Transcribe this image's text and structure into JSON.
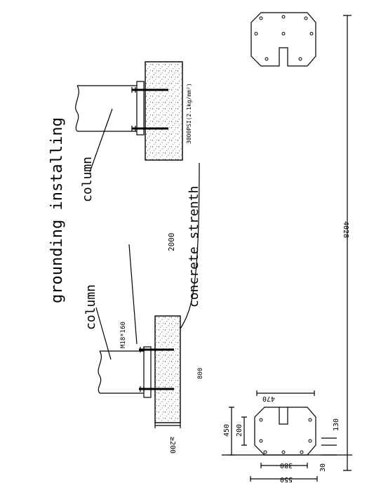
{
  "labels": {
    "title": "grounding installing",
    "column_top": "column",
    "column_bottom": "column",
    "concrete": "concrete strenth",
    "concrete_spec": "3000PSI(2.1kg/mm²)",
    "bolt": "M18*160",
    "gap_2000": "2000",
    "gap_800": "800",
    "thickness_200": "≥200"
  },
  "dimensions": {
    "overall": "4028",
    "d450": "450",
    "d200": "200",
    "d470": "470",
    "d380": "380",
    "d550": "550",
    "d130": "130",
    "d30": "30"
  },
  "colors": {
    "ink": "#000000",
    "paper": "#ffffff"
  }
}
